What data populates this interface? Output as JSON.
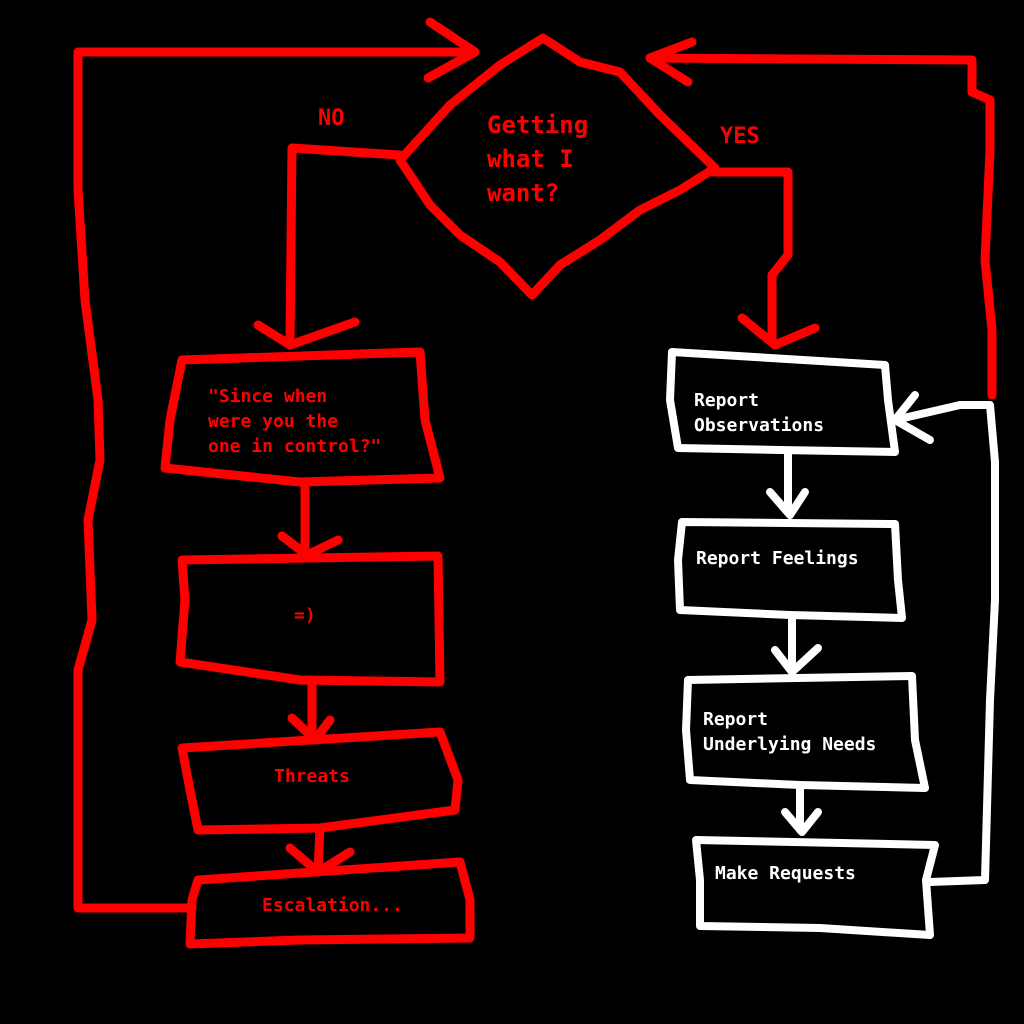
{
  "colors": {
    "background": "#000000",
    "no_branch": "#ff0000",
    "yes_branch": "#ffffff"
  },
  "decision": {
    "text": "Getting\nwhat I\nwant?",
    "no_label": "NO",
    "yes_label": "YES"
  },
  "no_branch": {
    "steps": [
      "\"Since when\nwere you the\none in control?\"",
      "=)",
      "Threats",
      "Escalation..."
    ]
  },
  "yes_branch": {
    "steps": [
      "Report\nObservations",
      "Report Feelings",
      "Report\nUnderlying Needs",
      "Make Requests"
    ]
  }
}
